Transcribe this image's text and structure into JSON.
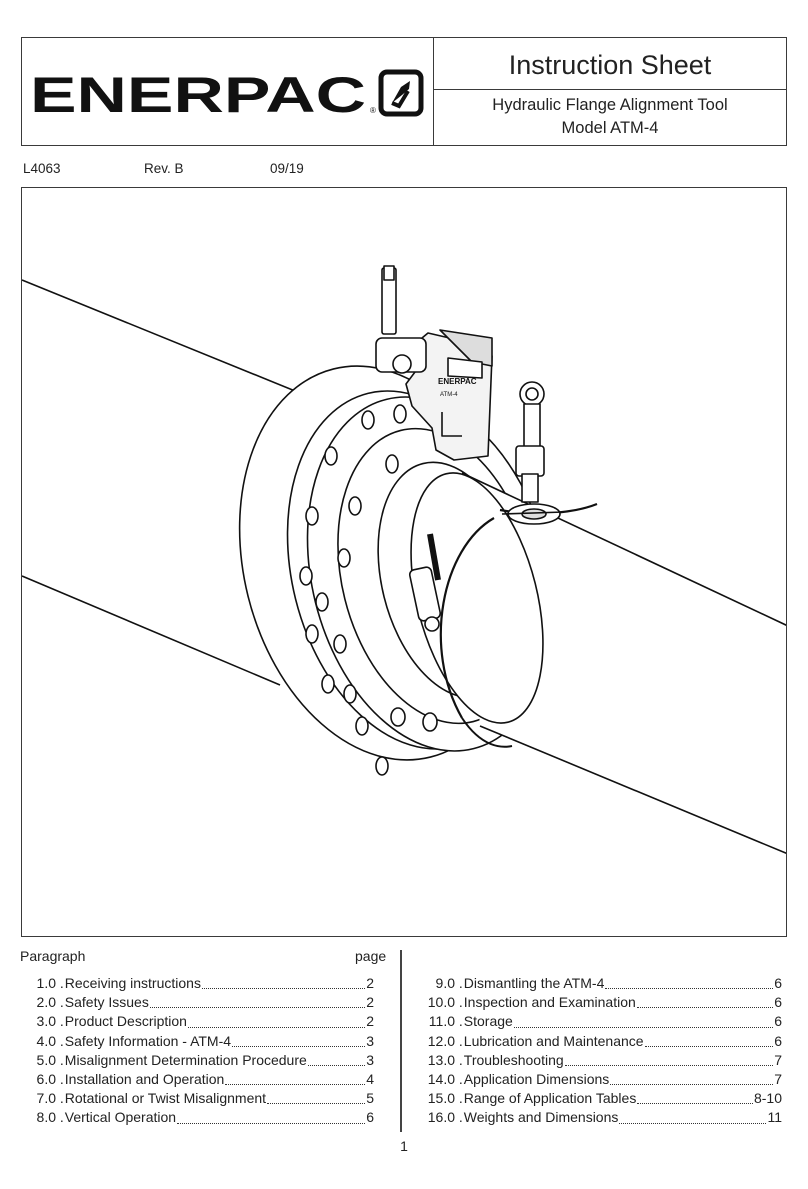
{
  "header": {
    "brand": "ENERPAC",
    "title": "Instruction Sheet",
    "subtitle_line1": "Hydraulic Flange Alignment Tool",
    "subtitle_line2": "Model ATM-4"
  },
  "meta": {
    "doc_number": "L4063",
    "revision": "Rev. B",
    "date": "09/19"
  },
  "figure": {
    "tool_label": "ENERPAC",
    "tool_model": "ATM-4"
  },
  "toc": {
    "paragraph_header": "Paragraph",
    "page_header": "page",
    "left": [
      {
        "num": "1.0",
        "title": "Receiving instructions",
        "page": "2"
      },
      {
        "num": "2.0",
        "title": "Safety Issues",
        "page": "2"
      },
      {
        "num": "3.0",
        "title": "Product Description",
        "page": "2"
      },
      {
        "num": "4.0",
        "title": "Safety Information - ATM-4",
        "page": "3"
      },
      {
        "num": "5.0",
        "title": "Misalignment Determination Procedure",
        "page": "3"
      },
      {
        "num": "6.0",
        "title": "Installation and Operation",
        "page": "4"
      },
      {
        "num": "7.0",
        "title": "Rotational or Twist Misalignment",
        "page": "5"
      },
      {
        "num": "8.0",
        "title": "Vertical Operation",
        "page": "6"
      }
    ],
    "right": [
      {
        "num": "9.0",
        "title": "Dismantling the ATM-4",
        "page": "6"
      },
      {
        "num": "10.0",
        "title": "Inspection and Examination",
        "page": "6"
      },
      {
        "num": "11.0",
        "title": "Storage",
        "page": "6"
      },
      {
        "num": "12.0",
        "title": "Lubrication and Maintenance",
        "page": "6"
      },
      {
        "num": "13.0",
        "title": "Troubleshooting",
        "page": "7"
      },
      {
        "num": "14.0",
        "title": "Application Dimensions",
        "page": "7"
      },
      {
        "num": "15.0",
        "title": "Range of Application Tables",
        "page": "8-10"
      },
      {
        "num": "16.0",
        "title": "Weights and Dimensions",
        "page": "11"
      }
    ]
  },
  "page_number": "1"
}
